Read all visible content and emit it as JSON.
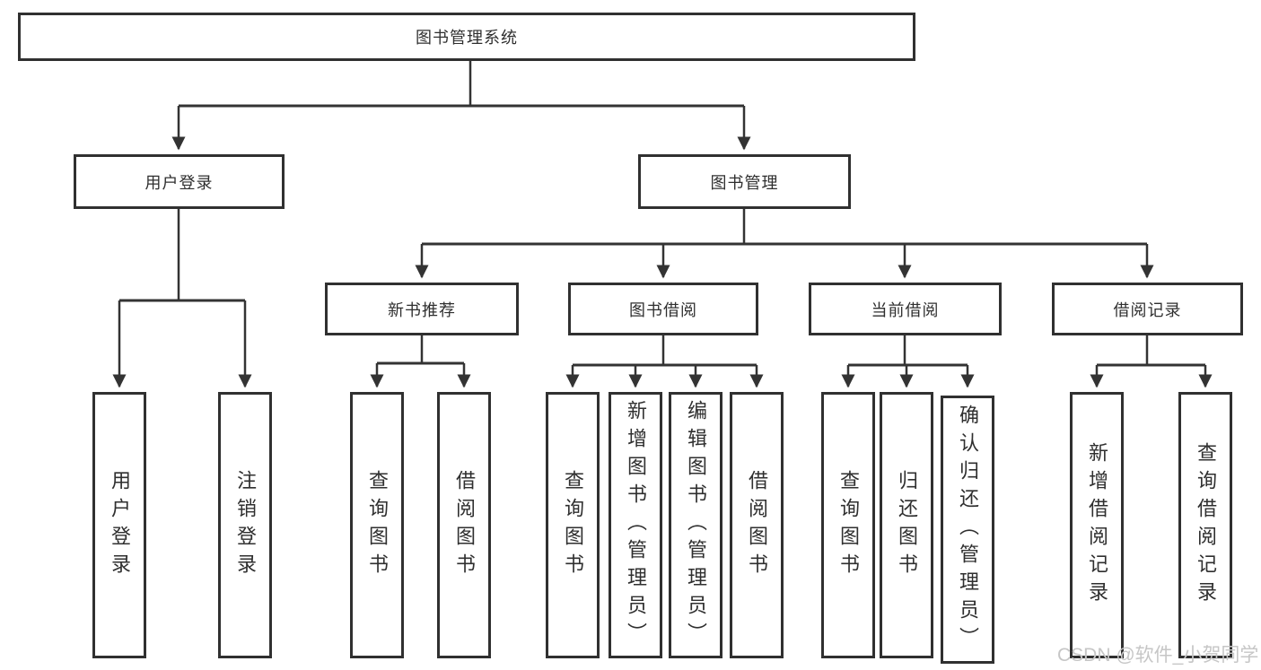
{
  "colors": {
    "line": "#333333",
    "box_border": "#303030",
    "text": "#2f2f2f",
    "background": "#ffffff",
    "watermark": "#c6c6c6"
  },
  "watermark": "CSDN @软件_小贺同学",
  "tree": {
    "root": {
      "label": "图书管理系统"
    },
    "children": [
      {
        "label": "用户登录",
        "children": [
          {
            "label": "用户登录"
          },
          {
            "label": "注销登录"
          }
        ]
      },
      {
        "label": "图书管理",
        "children": [
          {
            "label": "新书推荐",
            "children": [
              {
                "label": "查询图书"
              },
              {
                "label": "借阅图书"
              }
            ]
          },
          {
            "label": "图书借阅",
            "children": [
              {
                "label": "查询图书"
              },
              {
                "label": "新增图书（管理员）"
              },
              {
                "label": "编辑图书（管理员）"
              },
              {
                "label": "借阅图书"
              }
            ]
          },
          {
            "label": "当前借阅",
            "children": [
              {
                "label": "查询图书"
              },
              {
                "label": "归还图书"
              },
              {
                "label": "确认归还（管理员）"
              }
            ]
          },
          {
            "label": "借阅记录",
            "children": [
              {
                "label": "新增借阅记录"
              },
              {
                "label": "查询借阅记录"
              }
            ]
          }
        ]
      }
    ]
  }
}
